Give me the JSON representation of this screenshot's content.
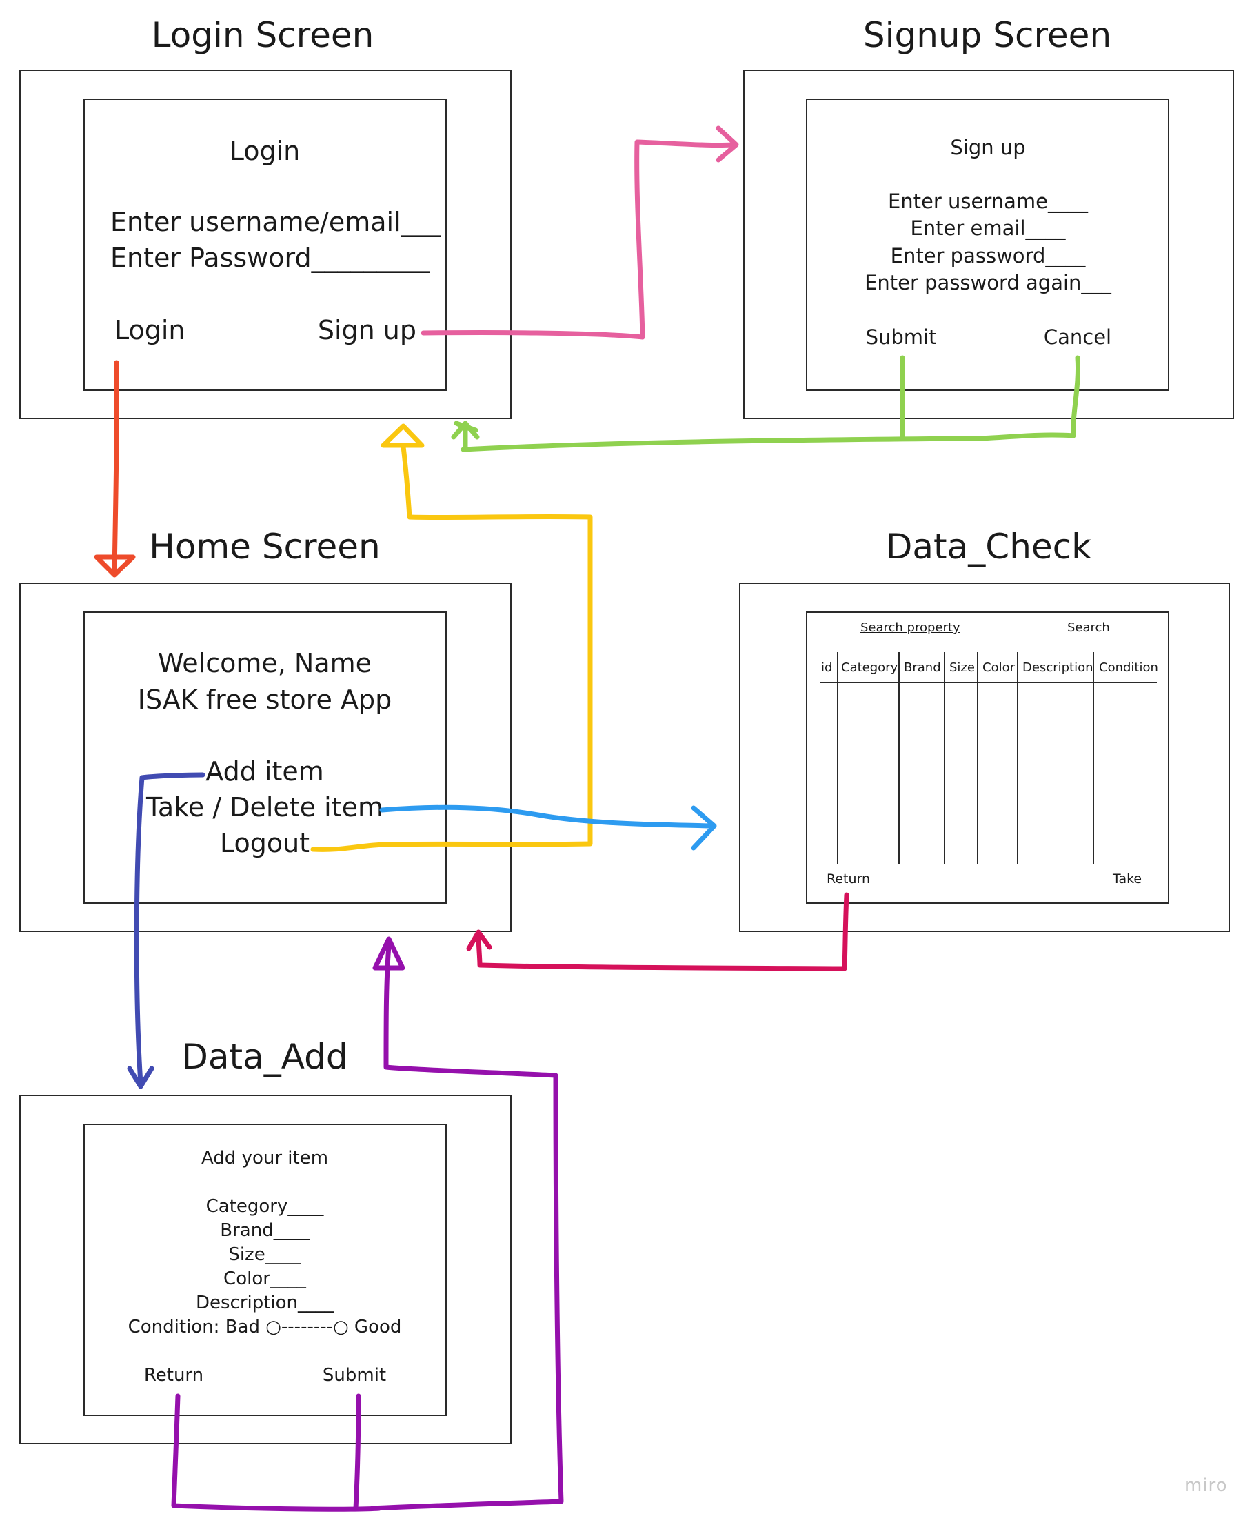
{
  "login_screen": {
    "title": "Login Screen",
    "heading": "Login",
    "username_field": "Enter username/email___",
    "password_field": "Enter Password_________",
    "login_button": "Login",
    "signup_button": "Sign up"
  },
  "signup_screen": {
    "title": "Signup Screen",
    "heading": "Sign up",
    "fields": [
      "Enter username____",
      "Enter email____",
      "Enter password____",
      "Enter password again___"
    ],
    "submit_button": "Submit",
    "cancel_button": "Cancel"
  },
  "home_screen": {
    "title": "Home Screen",
    "welcome": "Welcome, Name",
    "app_name": "ISAK free store App",
    "add_item": "Add item",
    "take_delete_item": "Take / Delete item",
    "logout": "Logout"
  },
  "data_check": {
    "title": "Data_Check",
    "search_property": "Search property",
    "search_button": "Search",
    "columns": [
      "id",
      "Category",
      "Brand",
      "Size",
      "Color",
      "Description",
      "Condition"
    ],
    "return_button": "Return",
    "take_button": "Take"
  },
  "data_add": {
    "title": "Data_Add",
    "heading": "Add your item",
    "fields": [
      "Category____",
      "Brand____",
      "Size____",
      "Color____",
      "Description____",
      "Condition: Bad ○--------○ Good"
    ],
    "return_button": "Return",
    "submit_button": "Submit"
  },
  "watermark": "miro",
  "arrow_colors": {
    "login_to_home": "#ee4b2b",
    "signup_link": "#e6609e",
    "signup_back": "#8fd14f",
    "logout": "#fac710",
    "add_item": "#414bb2",
    "take_delete": "#2d9bf0",
    "check_return": "#d5115a",
    "add_back": "#9510ac"
  }
}
